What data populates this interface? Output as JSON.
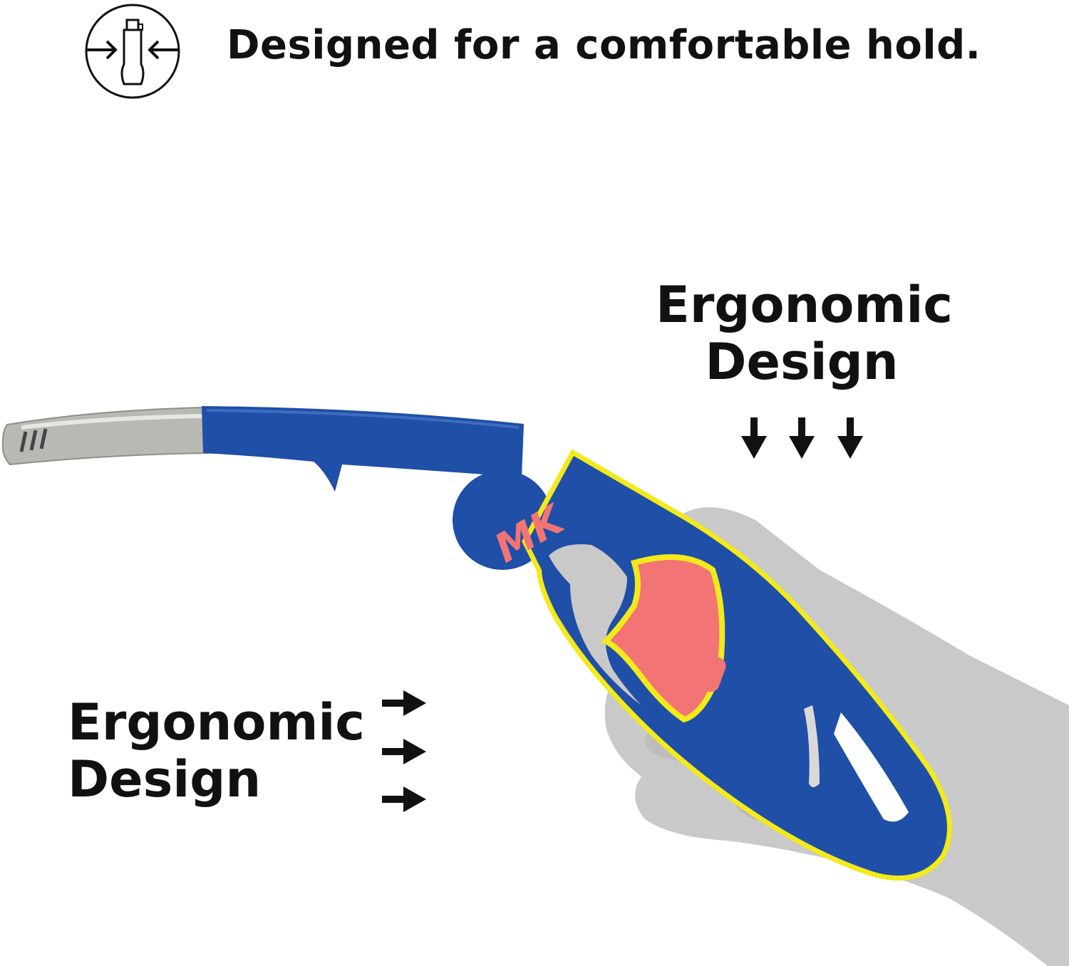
{
  "header": {
    "icon": "lighter-compress-icon",
    "headline": "Designed for a comfortable hold."
  },
  "callouts": {
    "top_right": {
      "line1": "Ergonomic",
      "line2": "Design",
      "arrow_icon": "arrow-down-icon"
    },
    "bottom_left": {
      "line1": "Ergonomic",
      "line2": "Design",
      "arrow_icon": "arrow-right-icon"
    }
  },
  "product": {
    "brand_mark": "MK",
    "colors": {
      "body": "#1f4fa6",
      "trigger": "#f27474",
      "highlight": "#f2ea1a",
      "nozzle": "#b9b9b4",
      "hand": "#c9c9c9"
    }
  }
}
